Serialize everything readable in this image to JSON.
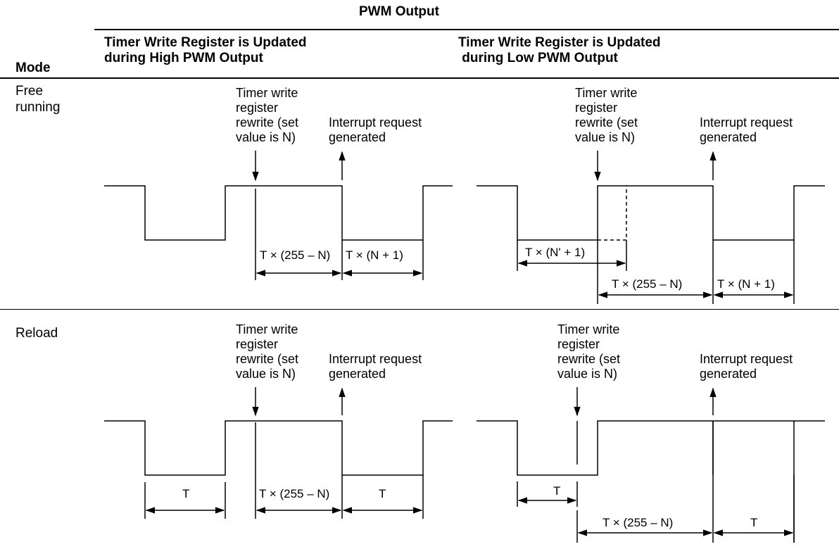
{
  "header": {
    "pwm_output": "PWM Output",
    "mode": "Mode",
    "col_high": "Timer Write Register is Updated\nduring High PWM Output",
    "col_low": "Timer Write Register is Updated\n during Low PWM Output"
  },
  "rows": {
    "free_running": "Free\nrunning",
    "reload": "Reload"
  },
  "annotations": {
    "rewrite": "Timer write\nregister\nrewrite (set\nvalue is N)",
    "interrupt": "Interrupt request\ngenerated"
  },
  "timing": {
    "t_255_minus_n": "T × (255 – N)",
    "t_n_plus_1": "T × (N + 1)",
    "t_nprime_plus_1": "T × (N' + 1)",
    "t": "T"
  }
}
